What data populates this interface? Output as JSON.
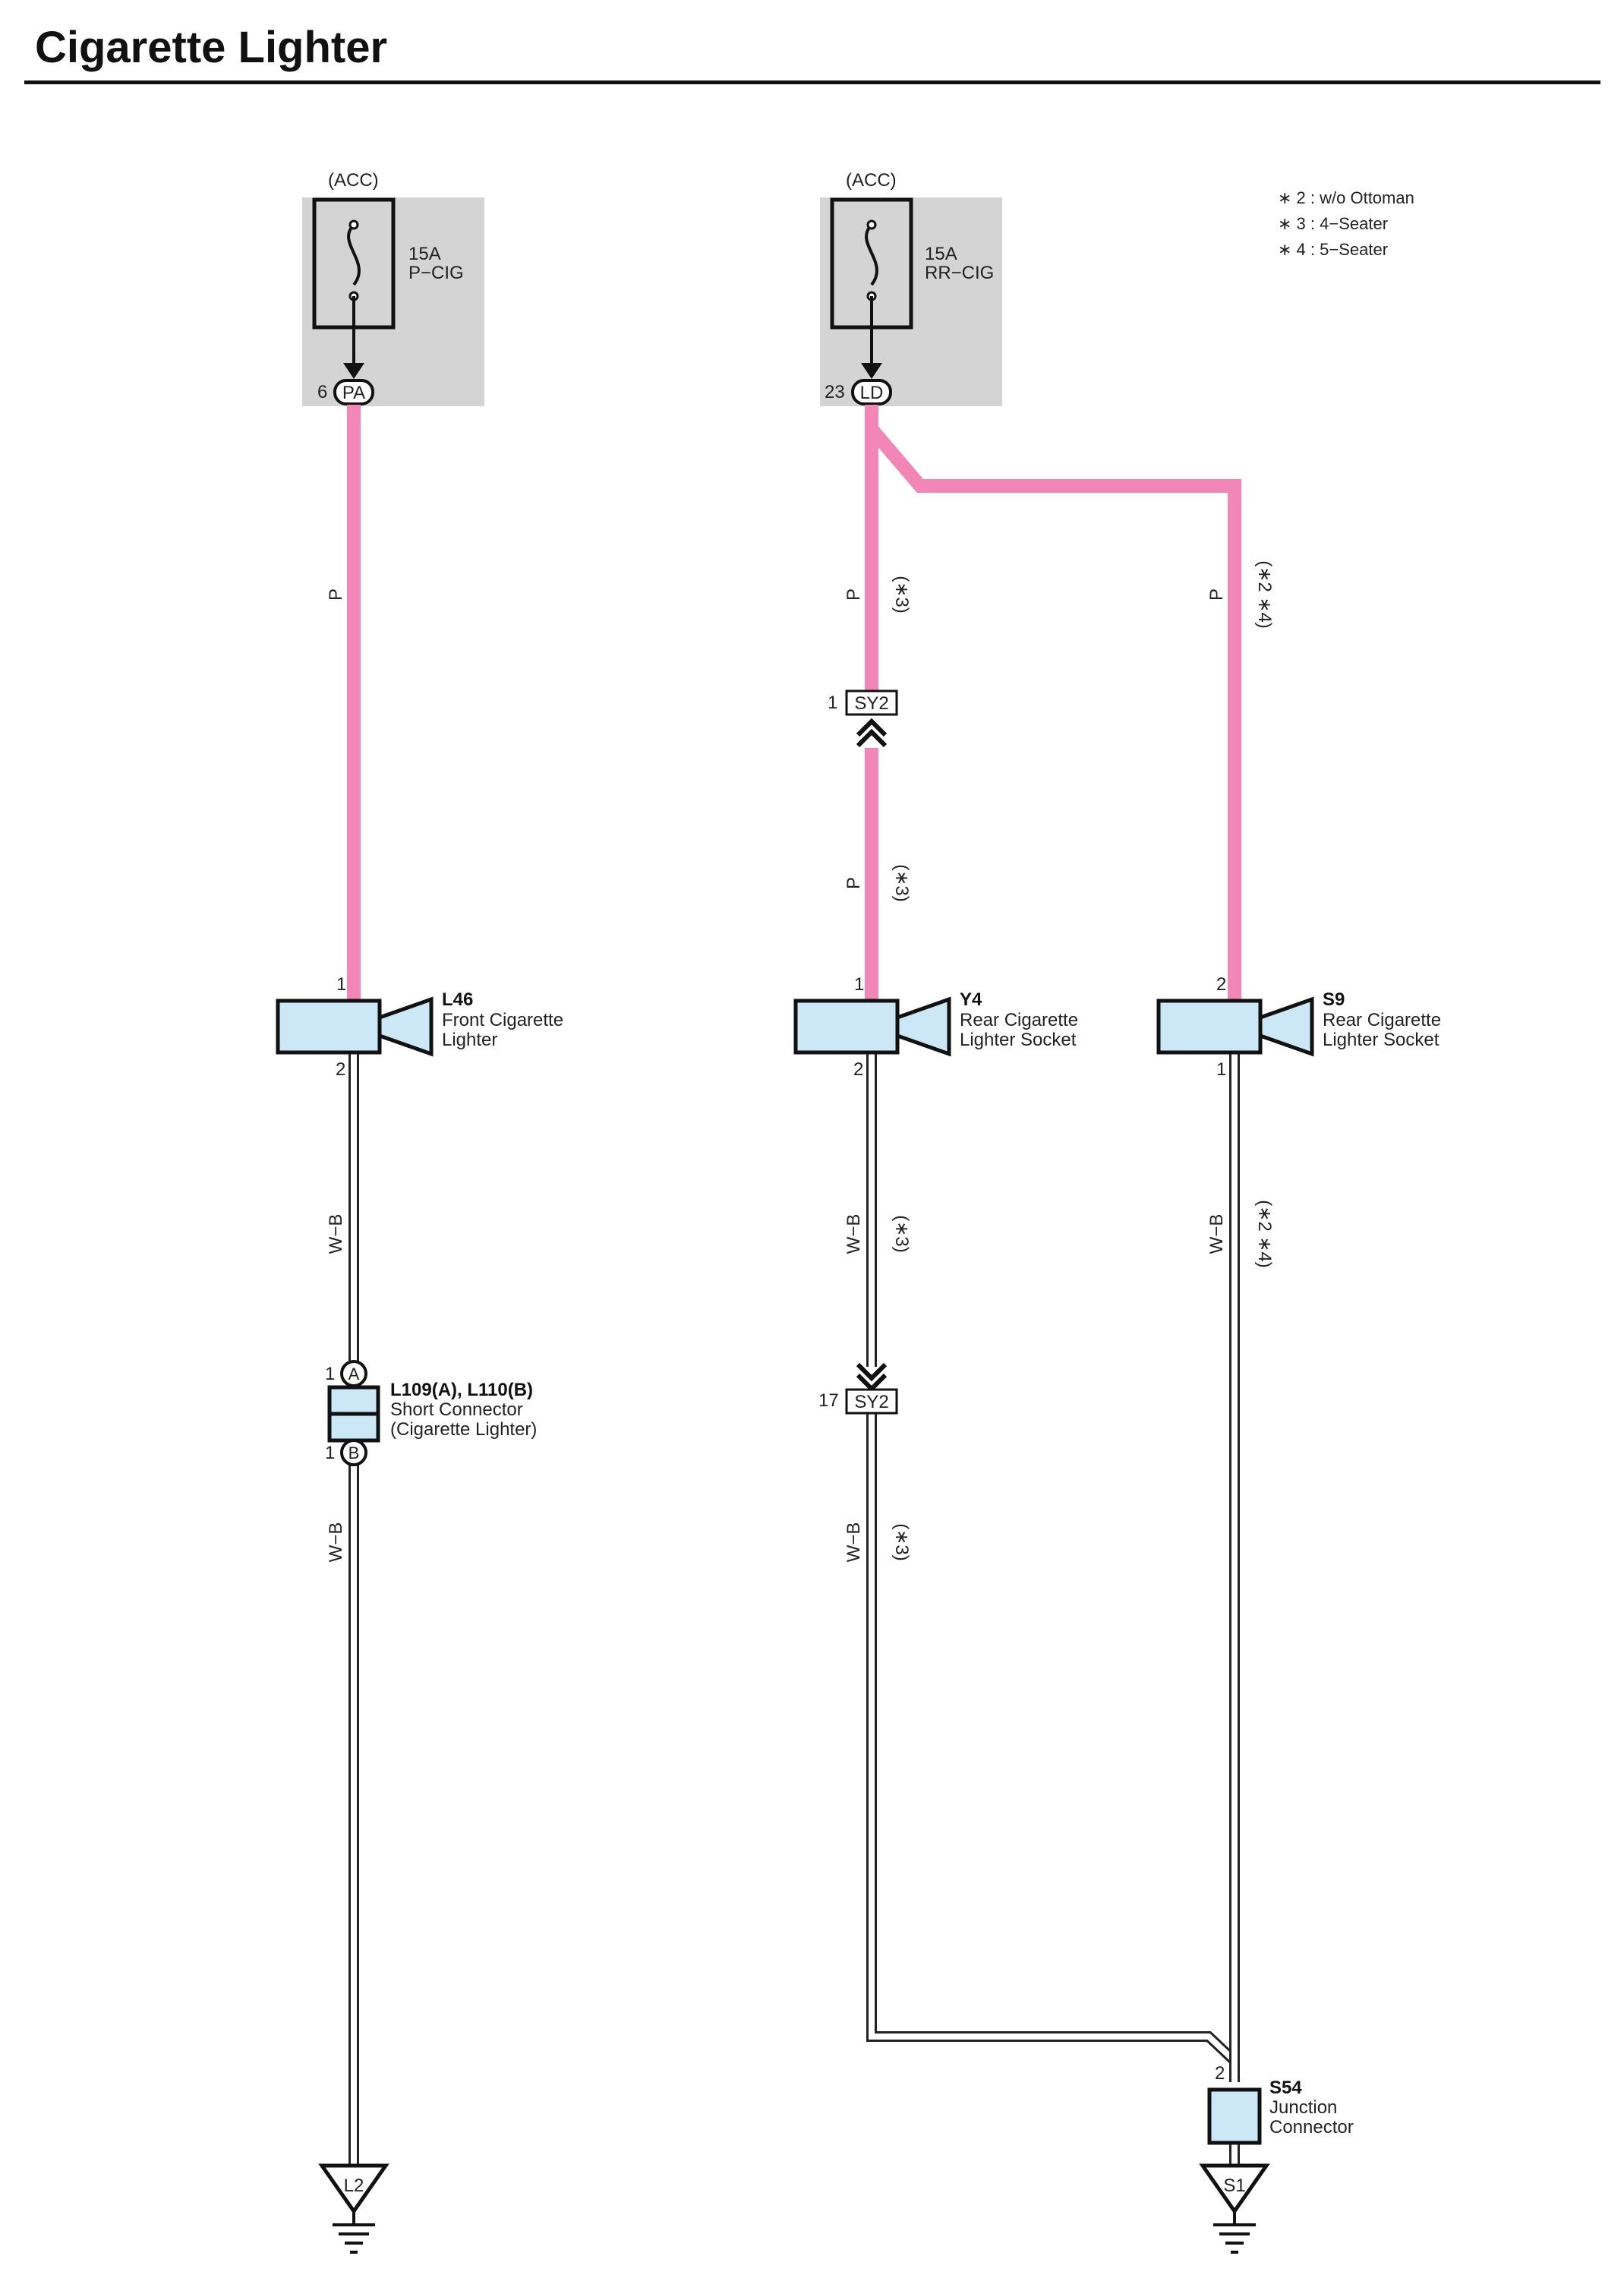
{
  "title": "Cigarette Lighter",
  "colors": {
    "wire_p": "#f286b6",
    "wire_wb_fill": "#ffffff",
    "wire_wb_stroke": "#222222",
    "fuse_bg": "#d4d4d4",
    "connector_fill": "#cce8f6",
    "ink": "#111111"
  },
  "notes": [
    "∗ 2 : w/o Ottoman",
    "∗ 3 : 4−Seater",
    "∗ 4 : 5−Seater"
  ],
  "fuses": [
    {
      "power": "(ACC)",
      "amps": "15A",
      "name": "P−CIG",
      "pin": "6",
      "terminal": "PA"
    },
    {
      "power": "(ACC)",
      "amps": "15A",
      "name": "RR−CIG",
      "pin": "23",
      "terminal": "LD"
    }
  ],
  "wires": {
    "p": "P",
    "wb": "W−B",
    "opt3": "(∗3)",
    "opt24": "(∗2 ∗4)"
  },
  "junctions": {
    "sy2_top": {
      "pin": "1",
      "code": "SY2"
    },
    "sy2_bottom": {
      "pin": "17",
      "code": "SY2"
    }
  },
  "components": {
    "l46": {
      "code": "L46",
      "line1": "Front Cigarette",
      "line2": "Lighter",
      "pin_top": "1",
      "pin_bottom": "2"
    },
    "y4": {
      "code": "Y4",
      "line1": "Rear Cigarette",
      "line2": "Lighter Socket",
      "pin_top": "1",
      "pin_bottom": "2"
    },
    "s9": {
      "code": "S9",
      "line1": "Rear Cigarette",
      "line2": "Lighter Socket",
      "pin_top": "2",
      "pin_bottom": "1"
    },
    "short_connector": {
      "code": "L109(A), L110(B)",
      "line1": "Short Connector",
      "line2": "(Cigarette Lighter)",
      "pin_a": "1",
      "letter_a": "A",
      "pin_b": "1",
      "letter_b": "B"
    },
    "s54": {
      "code": "S54",
      "line1": "Junction",
      "line2": "Connector",
      "pin": "2"
    }
  },
  "grounds": [
    {
      "code": "L2"
    },
    {
      "code": "S1"
    }
  ]
}
